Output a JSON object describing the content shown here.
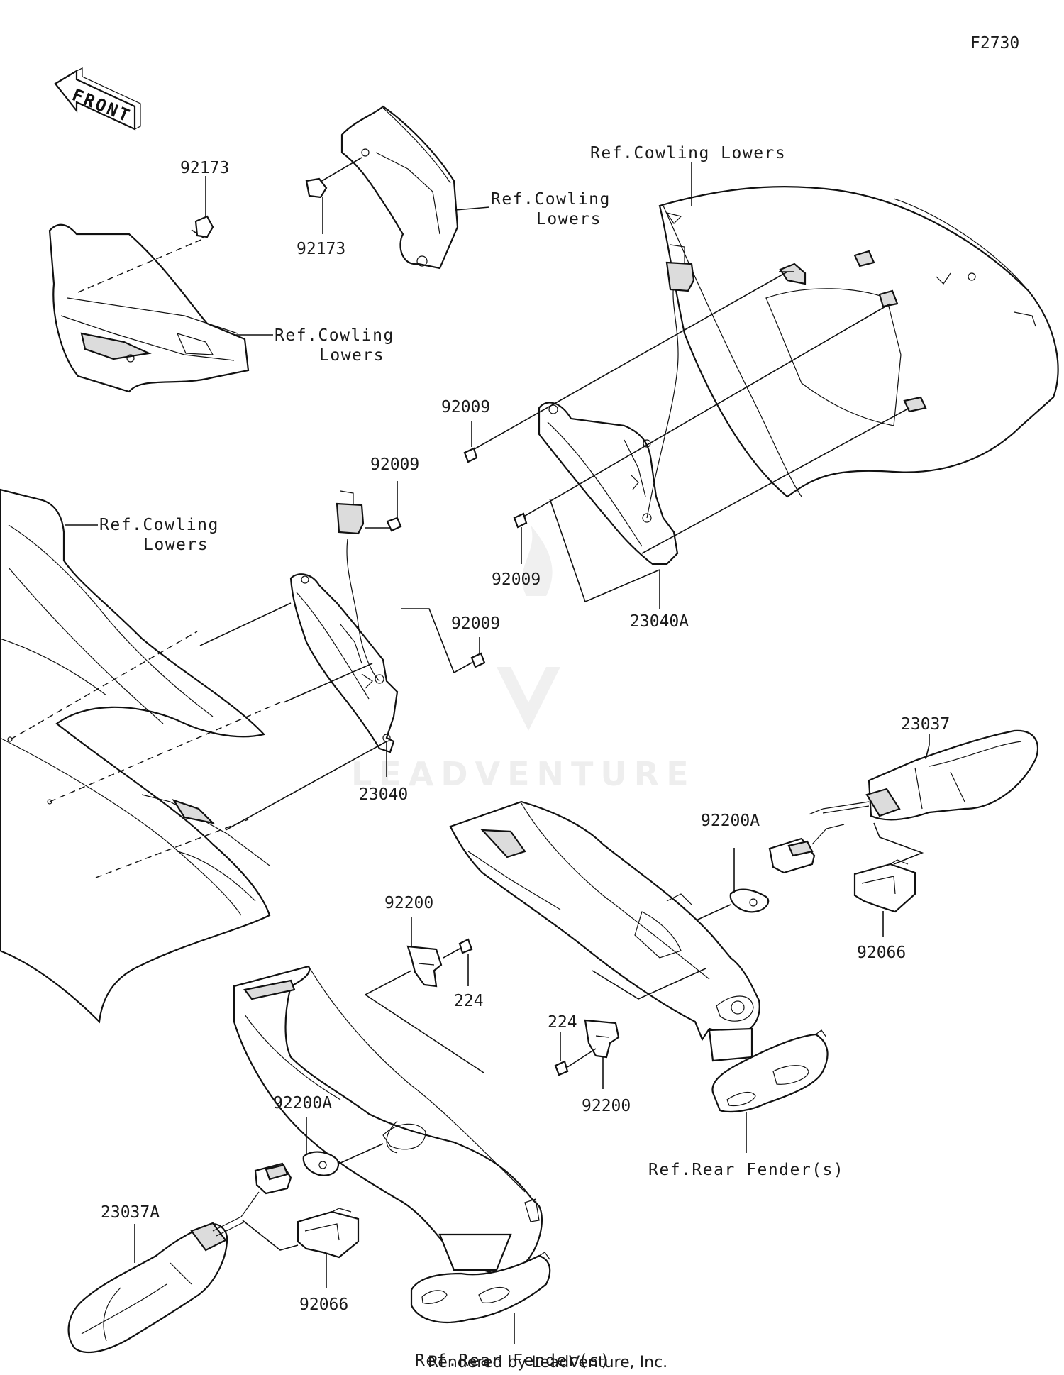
{
  "diagram_id": "F2730",
  "front_arrow_label": "FRONT",
  "watermark": "LEADVENTURE",
  "footer": "Rendered by LeadVenture, Inc.",
  "callouts": {
    "c_92173_a": "92173",
    "c_92173_b": "92173",
    "ref_cowling_top": "Ref.Cowling Lowers",
    "ref_cowling_mid_1": "Ref.Cowling",
    "ref_cowling_mid_2": "Lowers",
    "ref_cowling_left_1": "Ref.Cowling",
    "ref_cowling_left_2": "Lowers",
    "ref_cowling_big_1": "Ref.Cowling",
    "ref_cowling_big_2": "Lowers",
    "c_92009_a": "92009",
    "c_92009_b": "92009",
    "c_92009_c": "92009",
    "c_92009_d": "92009",
    "c_23040A": "23040A",
    "c_23040": "23040",
    "c_23037": "23037",
    "c_92200A_a": "92200A",
    "c_92066_a": "92066",
    "c_92200_a": "92200",
    "c_224_a": "224",
    "c_224_b": "224",
    "c_92200_b": "92200",
    "ref_rear_fender_a": "Ref.Rear Fender(s)",
    "c_92200A_b": "92200A",
    "c_23037A": "23037A",
    "c_92066_b": "92066",
    "ref_rear_fender_b": "Ref.Rear Fender(s)"
  }
}
